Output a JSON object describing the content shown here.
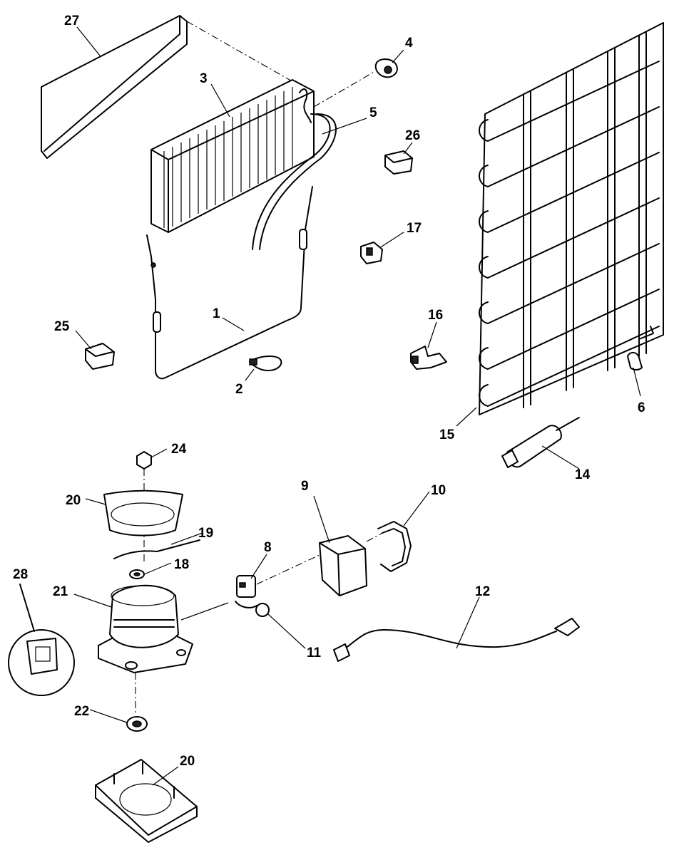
{
  "labels": {
    "p27": "27",
    "p3": "3",
    "p4": "4",
    "p5": "5",
    "p26": "26",
    "p17": "17",
    "p1": "1",
    "p25": "25",
    "p2": "2",
    "p16": "16",
    "p6": "6",
    "p15": "15",
    "p14": "14",
    "p24": "24",
    "p20a": "20",
    "p19": "19",
    "p18": "18",
    "p9": "9",
    "p10": "10",
    "p8": "8",
    "p28": "28",
    "p21": "21",
    "p12": "12",
    "p11": "11",
    "p22": "22",
    "p20b": "20"
  }
}
